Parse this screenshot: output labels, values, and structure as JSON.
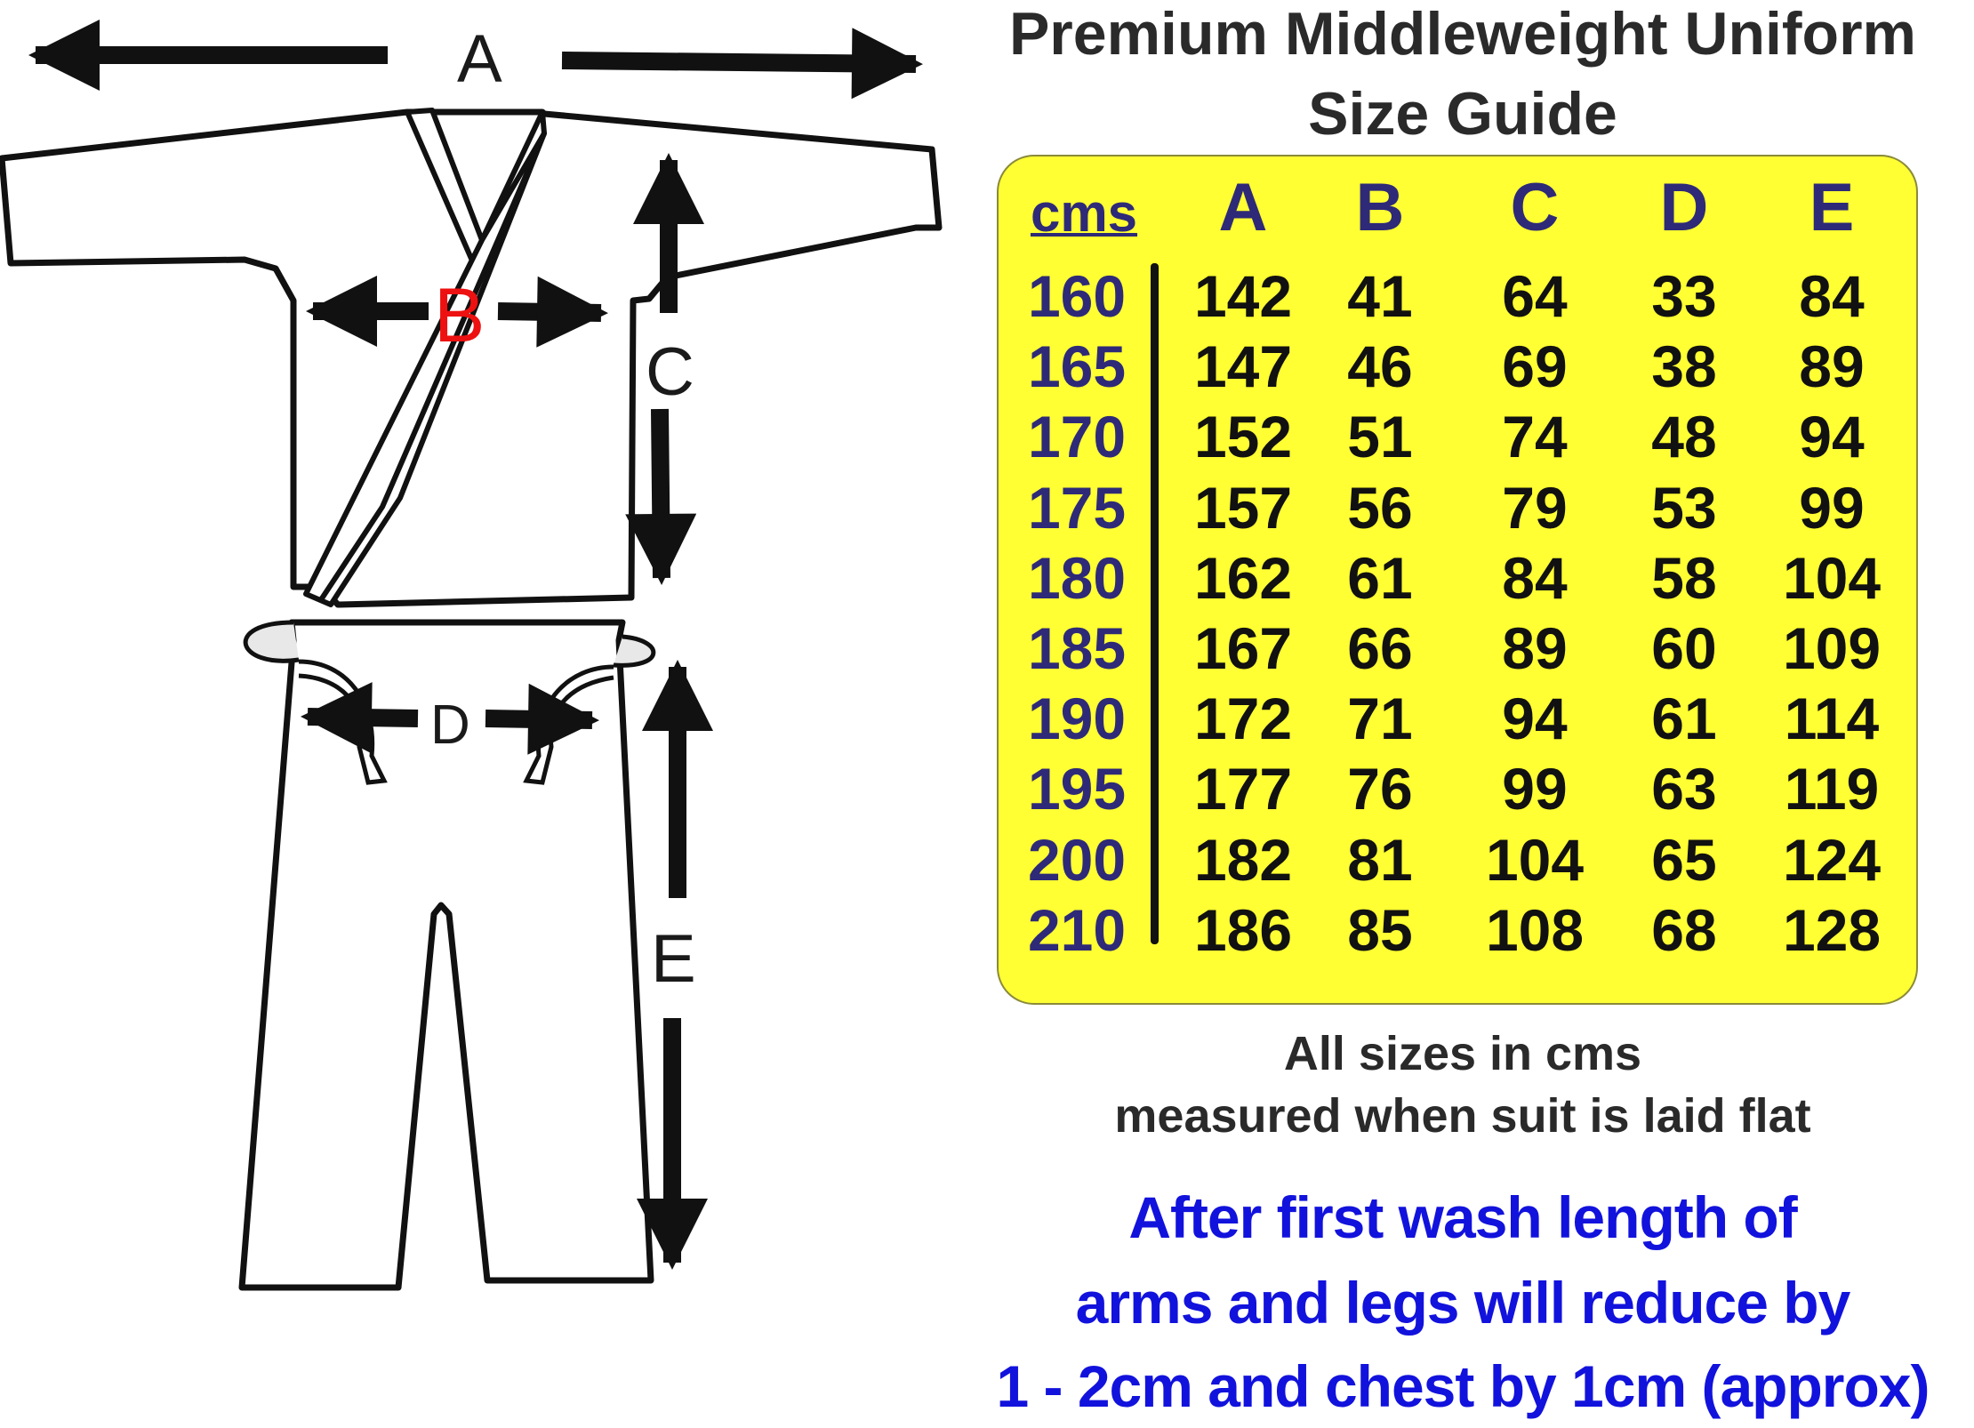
{
  "title": {
    "line1": "Premium Middleweight Uniform",
    "line2": "Size Guide"
  },
  "diagram": {
    "labels": {
      "a": "A",
      "b": "B",
      "c": "C",
      "d": "D",
      "e": "E"
    },
    "colors": {
      "outline": "#111111",
      "label": "#1a1a1a",
      "label_b": "#ee1111"
    }
  },
  "table": {
    "background": "#ffff33",
    "header_color": "#2e2a78",
    "unit_label": "cms",
    "columns": [
      "A",
      "B",
      "C",
      "D",
      "E"
    ],
    "rows": [
      {
        "height": "160",
        "values": [
          "142",
          "41",
          "64",
          "33",
          "84"
        ]
      },
      {
        "height": "165",
        "values": [
          "147",
          "46",
          "69",
          "38",
          "89"
        ]
      },
      {
        "height": "170",
        "values": [
          "152",
          "51",
          "74",
          "48",
          "94"
        ]
      },
      {
        "height": "175",
        "values": [
          "157",
          "56",
          "79",
          "53",
          "99"
        ]
      },
      {
        "height": "180",
        "values": [
          "162",
          "61",
          "84",
          "58",
          "104"
        ]
      },
      {
        "height": "185",
        "values": [
          "167",
          "66",
          "89",
          "60",
          "109"
        ]
      },
      {
        "height": "190",
        "values": [
          "172",
          "71",
          "94",
          "61",
          "114"
        ]
      },
      {
        "height": "195",
        "values": [
          "177",
          "76",
          "99",
          "63",
          "119"
        ]
      },
      {
        "height": "200",
        "values": [
          "182",
          "81",
          "104",
          "65",
          "124"
        ]
      },
      {
        "height": "210",
        "values": [
          "186",
          "85",
          "108",
          "68",
          "128"
        ]
      }
    ]
  },
  "notes": {
    "line1": "All sizes in cms",
    "line2": "measured when suit is laid flat"
  },
  "wash_note": {
    "color": "#1212dd",
    "line1": "After first wash length of",
    "line2": "arms and legs will reduce by",
    "line3": "1 - 2cm and chest by 1cm (approx)"
  }
}
